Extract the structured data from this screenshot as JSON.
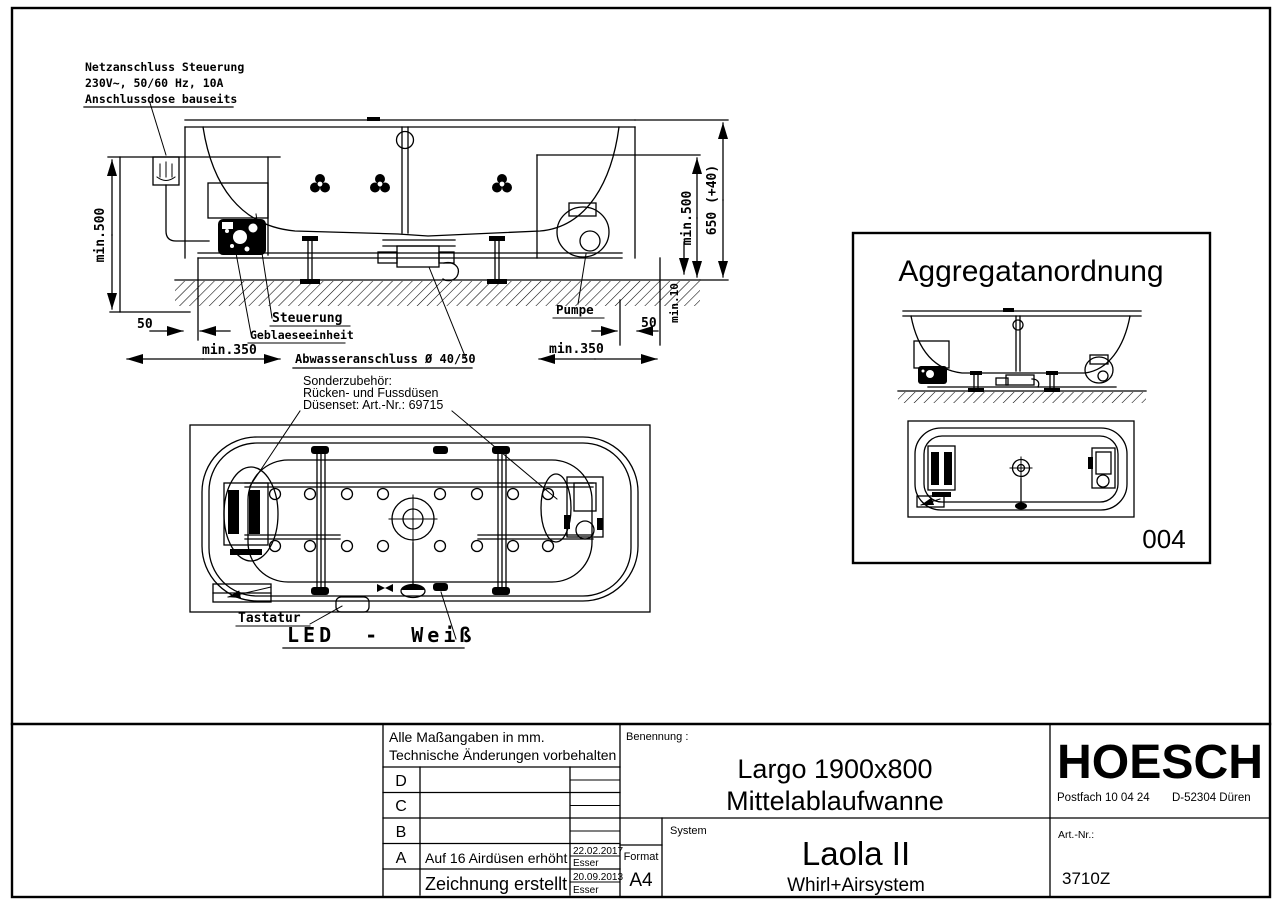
{
  "colors": {
    "ink": "#000000",
    "paper": "#ffffff"
  },
  "connection_note": {
    "line1": "Netzanschluss Steuerung",
    "line2": "230V~, 50/60 Hz, 10A",
    "line3": "Anschlussdose bauseits"
  },
  "labels": {
    "steuerung": "Steuerung",
    "geblaeseeinheit": "Geblaeseeinheit",
    "pumpe": "Pumpe",
    "abwasseranschluss": "Abwasseranschluss Ø 40/50",
    "tastatur": "Tastatur",
    "led": "LED - Weiß"
  },
  "accessory_note": {
    "line1": "Sonderzubehör:",
    "line2": "Rücken- und Fussdüsen",
    "line3": "Düsenset: Art.-Nr.: 69715"
  },
  "dimensions": {
    "min500": "min.500",
    "min350": "min.350",
    "offset50": "50",
    "min10": "min.10",
    "height": "650 (+40)"
  },
  "aggregat_panel": {
    "title": "Aggregatanordnung",
    "code": "004"
  },
  "title_block": {
    "note1": "Alle Maßangaben in mm.",
    "note2": "Technische Änderungen vorbehalten",
    "revisions": [
      {
        "letter": "D",
        "text": "",
        "date": "",
        "name": ""
      },
      {
        "letter": "C",
        "text": "",
        "date": "",
        "name": ""
      },
      {
        "letter": "B",
        "text": "",
        "date": "",
        "name": ""
      },
      {
        "letter": "A",
        "text": "Auf 16 Airdüsen erhöht",
        "date": "22.02.2017",
        "name": "Esser"
      },
      {
        "letter": "",
        "text": "Zeichnung erstellt",
        "date": "20.09.2013",
        "name": "Esser"
      }
    ],
    "benennung_label": "Benennung :",
    "benennung_line1": "Largo 1900x800",
    "benennung_line2": "Mittelablaufwanne",
    "format_label": "Format",
    "format_value": "A4",
    "system_label": "System",
    "system_name": "Laola II",
    "system_subtitle": "Whirl+Airsystem",
    "brand": "HOESCH",
    "brand_address_left": "Postfach 10 04 24",
    "brand_address_right": "D-52304 Düren",
    "artnr_label": "Art.-Nr.:",
    "artnr_value": "3710Z"
  }
}
